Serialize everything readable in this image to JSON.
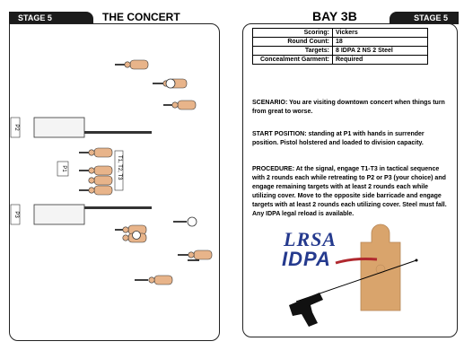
{
  "header": {
    "stage_left": "STAGE 5",
    "title": "THE CONCERT",
    "bay": "BAY 3B",
    "stage_right": "STAGE 5"
  },
  "scoring_table": [
    {
      "label": "Scoring:",
      "value": "Vickers"
    },
    {
      "label": "Round Count:",
      "value": "18"
    },
    {
      "label": "Targets:",
      "value": "8 IDPA  2 NS  2 Steel"
    },
    {
      "label": "Concealment Garment:",
      "value": "Required"
    }
  ],
  "scenario": {
    "label": "SCENARIO:",
    "text": "You are visiting downtown concert when things turn from great to worse."
  },
  "start_position": {
    "label": "START POSITION:",
    "text": "standing at P1 with hands in surrender position. Pistol holstered and loaded to division capacity."
  },
  "procedure": {
    "label": "PROCEDURE:",
    "text": "At the signal, engage T1-T3 in tactical sequence with 2 rounds each while retreating to P2 or P3 (your choice) and engage remaining targets with at least 2 rounds each while utilizing cover. Move to the opposite side barricade and engage targets with at least 2 rounds each utilizing cover.  Steel must fall. Any IDPA legal reload is available."
  },
  "logo": {
    "line1": "LRSA",
    "line2": "IDPA"
  },
  "diagram": {
    "position_labels": [
      "P2",
      "P1",
      "P3"
    ],
    "target_group_label": "T1, T2, T3"
  },
  "colors": {
    "header_bg": "#1b1b1b",
    "target_tan": "#e8b48a",
    "logo_blue": "#253a8e",
    "logo_red": "#b0282e",
    "cardboard": "#d9a46c"
  }
}
